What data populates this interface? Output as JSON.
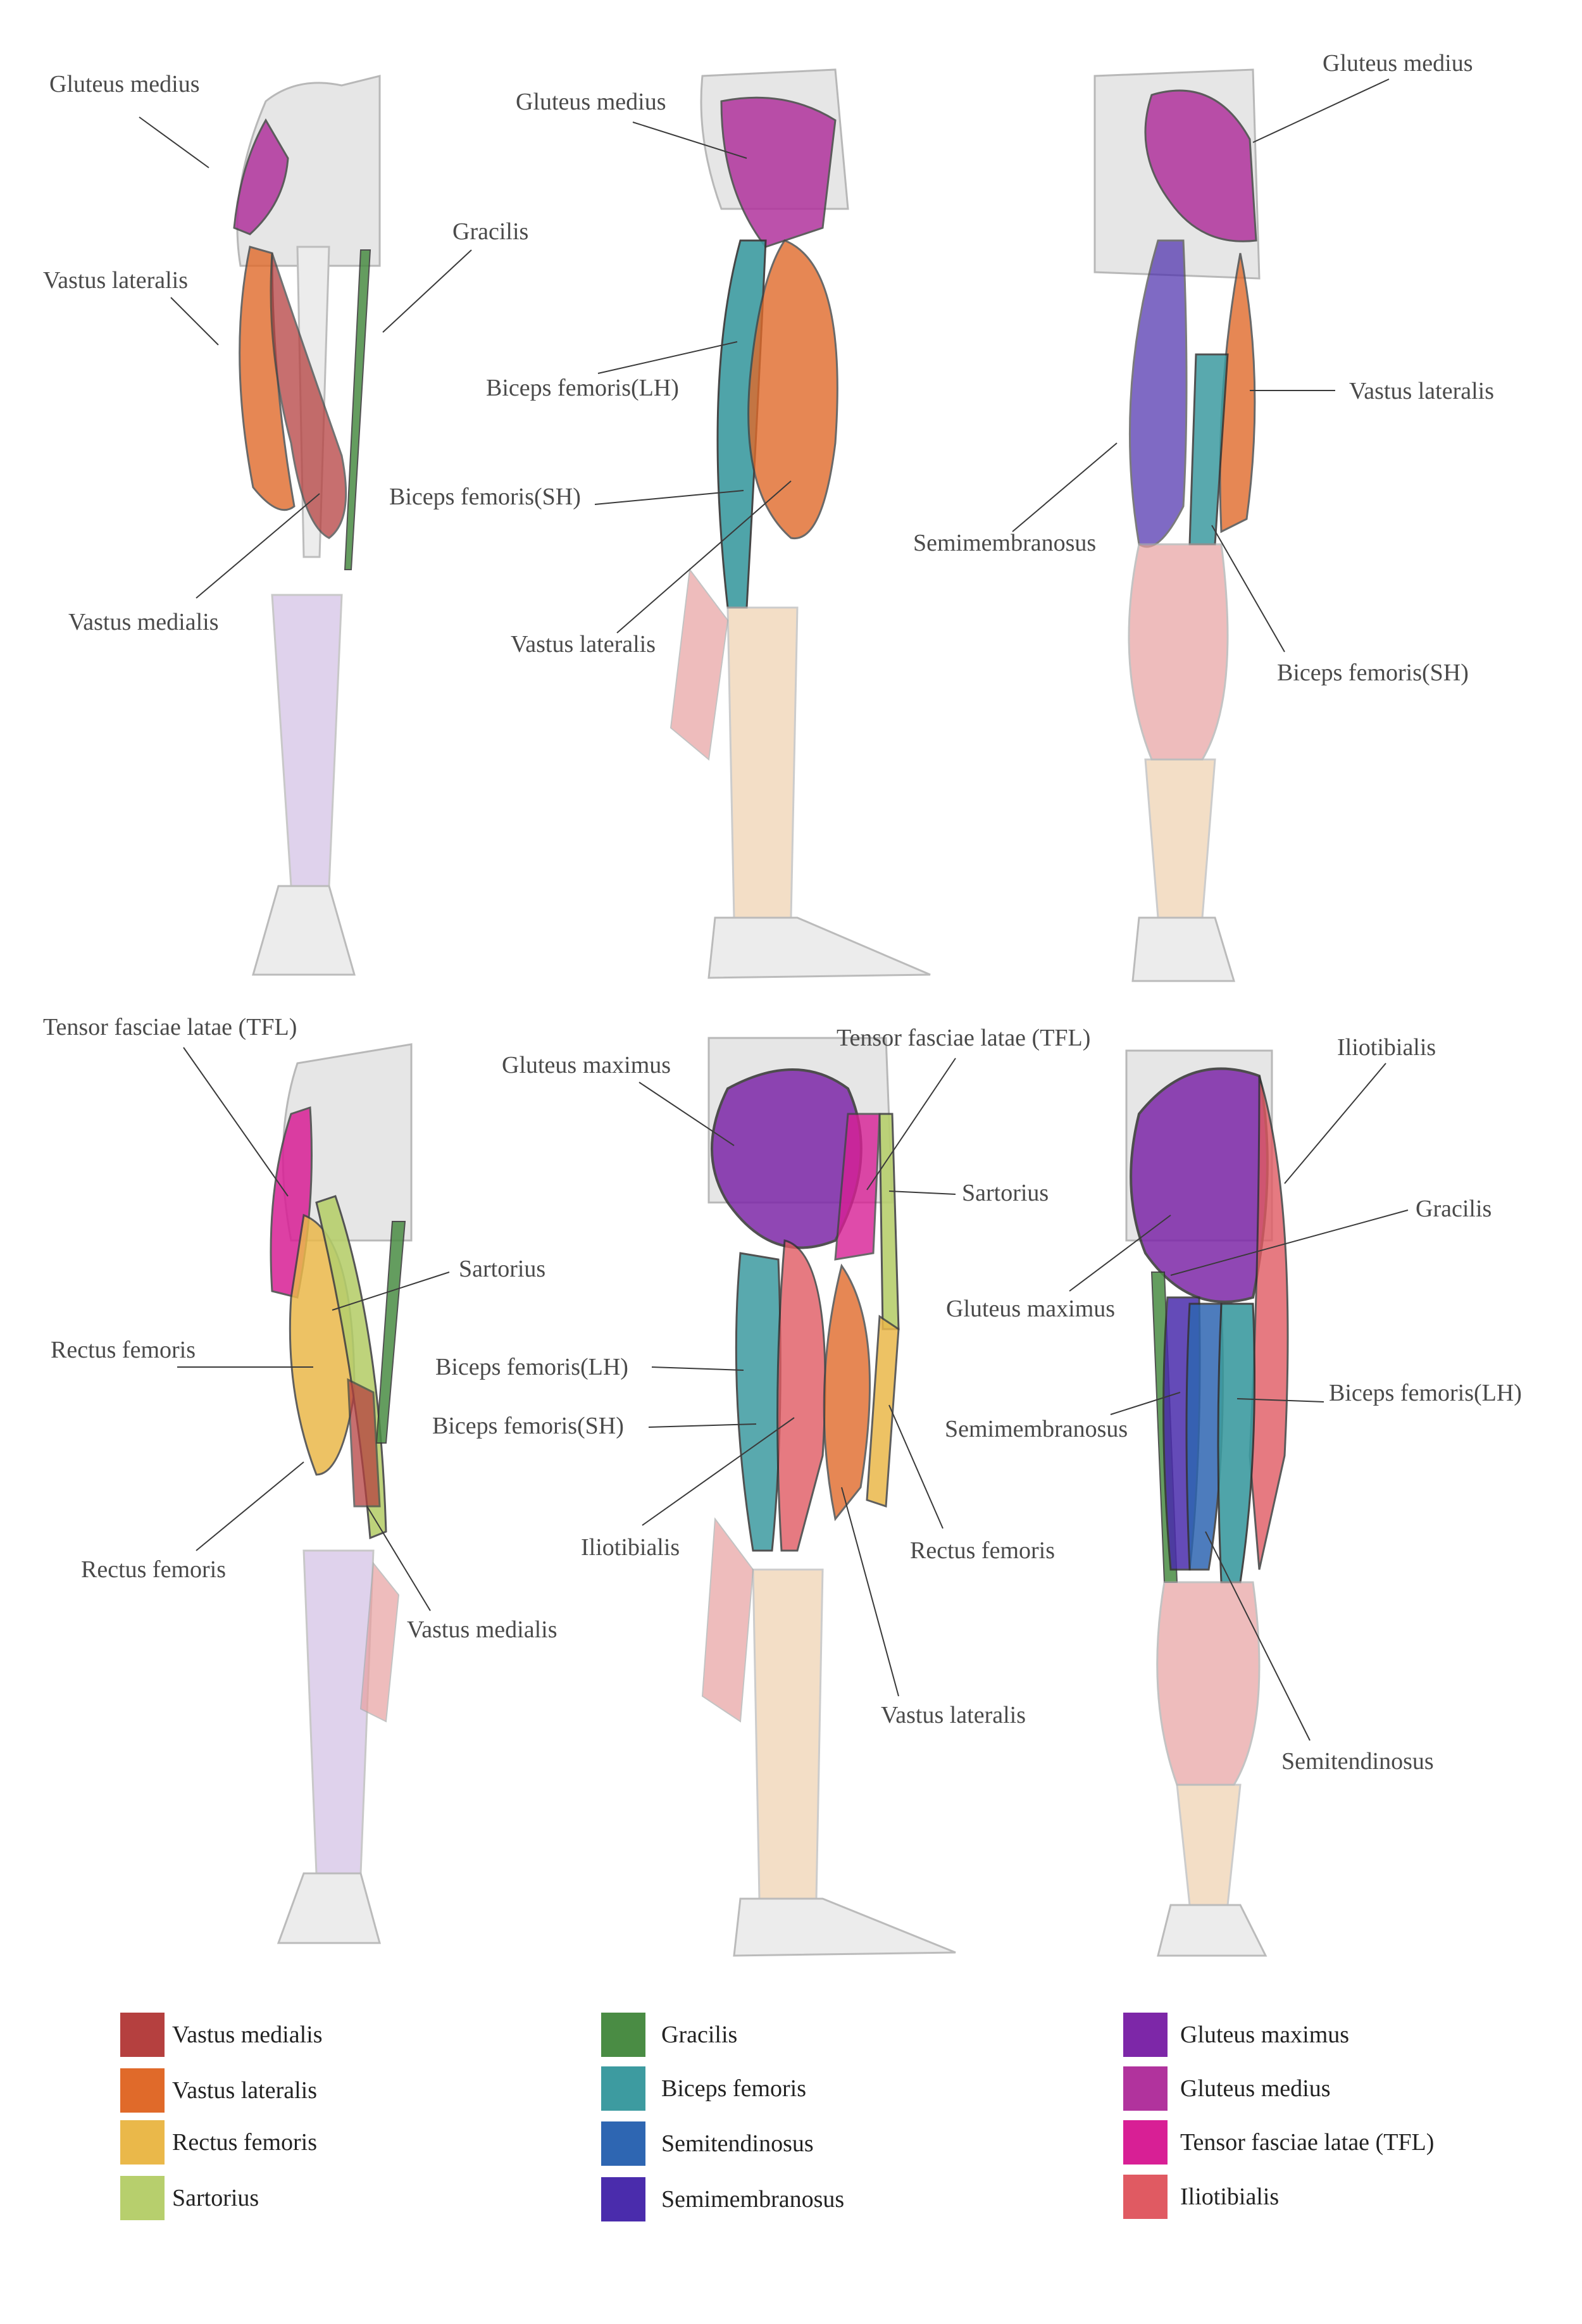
{
  "panels": [
    {
      "id": "p1",
      "labels": [
        "Gluteus medius",
        "Vastus lateralis",
        "Gracilis",
        "Vastus medialis"
      ]
    },
    {
      "id": "p2",
      "labels": [
        "Gluteus medius",
        "Biceps femoris(LH)",
        "Biceps femoris(SH)",
        "Vastus lateralis"
      ]
    },
    {
      "id": "p3",
      "labels": [
        "Gluteus medius",
        "Vastus lateralis",
        "Semimembranosus",
        "Biceps femoris(SH)"
      ]
    },
    {
      "id": "p4",
      "labels": [
        "Tensor fasciae latae (TFL)",
        "Sartorius",
        "Rectus femoris",
        "Rectus femoris",
        "Vastus medialis"
      ]
    },
    {
      "id": "p5",
      "labels": [
        "Gluteus maximus",
        "Tensor fasciae latae (TFL)",
        "Sartorius",
        "Biceps femoris(LH)",
        "Biceps femoris(SH)",
        "Iliotibialis",
        "Rectus femoris",
        "Vastus lateralis"
      ]
    },
    {
      "id": "p6",
      "labels": [
        "Iliotibialis",
        "Gracilis",
        "Gluteus maximus",
        "Semimembranosus",
        "Biceps femoris(LH)",
        "Semitendinosus"
      ]
    }
  ],
  "legend": [
    {
      "label": "Vastus medialis",
      "color": "#b5403f"
    },
    {
      "label": "Vastus lateralis",
      "color": "#e06a2a"
    },
    {
      "label": "Rectus femoris",
      "color": "#eab84a"
    },
    {
      "label": "Sartorius",
      "color": "#b7cf6d"
    },
    {
      "label": "Gracilis",
      "color": "#4a8c44"
    },
    {
      "label": "Biceps femoris",
      "color": "#3d9ba0"
    },
    {
      "label": "Semitendinosus",
      "color": "#2e66b2"
    },
    {
      "label": "Semimembranosus",
      "color": "#4a2cac"
    },
    {
      "label": "Gluteus maximus",
      "color": "#7d27a8"
    },
    {
      "label": "Gluteus medius",
      "color": "#b1339d"
    },
    {
      "label": "Tensor fasciae latae (TFL)",
      "color": "#d81f95"
    },
    {
      "label": "Iliotibialis",
      "color": "#e05a62"
    }
  ]
}
